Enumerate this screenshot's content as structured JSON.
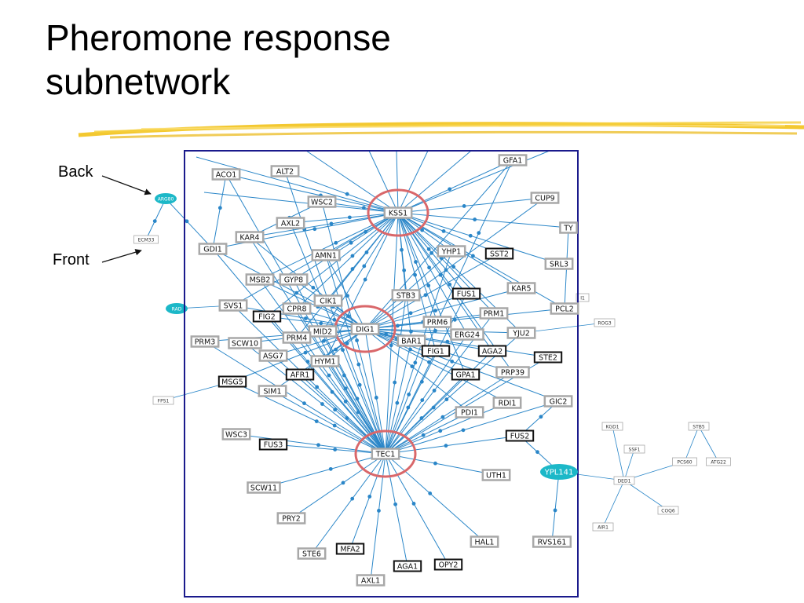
{
  "slide": {
    "title_line1": "Pheromone response",
    "title_line2": "subnetwork",
    "callout_back": "Back",
    "callout_front": "Front"
  },
  "colors": {
    "edge": "#2a86c8",
    "frame": "#1a1a8c",
    "hub_ring": "#d9676a",
    "node_fill": "#ffffff",
    "gray_border": "#a8a8a8",
    "black_border": "#111111",
    "ellipse_fill": "#1cb8c8",
    "gold_stroke": "#f2c21a"
  },
  "network": {
    "hubs": [
      "KSS1",
      "DIG1",
      "TEC1"
    ],
    "nodes": [
      {
        "id": "ACO1",
        "style": "gray"
      },
      {
        "id": "ALT2",
        "style": "gray"
      },
      {
        "id": "GFA1",
        "style": "gray"
      },
      {
        "id": "WSC2",
        "style": "gray"
      },
      {
        "id": "KSS1",
        "style": "gray"
      },
      {
        "id": "CUP9",
        "style": "gray"
      },
      {
        "id": "AXL2",
        "style": "gray"
      },
      {
        "id": "TY",
        "style": "gray"
      },
      {
        "id": "KAR4",
        "style": "gray"
      },
      {
        "id": "GDI1",
        "style": "gray"
      },
      {
        "id": "YHP1",
        "style": "gray"
      },
      {
        "id": "SST2",
        "style": "black"
      },
      {
        "id": "SRL3",
        "style": "gray"
      },
      {
        "id": "AMN1",
        "style": "gray"
      },
      {
        "id": "MSB2",
        "style": "gray"
      },
      {
        "id": "GYP8",
        "style": "gray"
      },
      {
        "id": "FUS1",
        "style": "black"
      },
      {
        "id": "KAR5",
        "style": "gray"
      },
      {
        "id": "STB3",
        "style": "gray"
      },
      {
        "id": "CIK1",
        "style": "gray"
      },
      {
        "id": "SVS1",
        "style": "gray"
      },
      {
        "id": "CPR8",
        "style": "gray"
      },
      {
        "id": "PCL2",
        "style": "gray"
      },
      {
        "id": "FIG2",
        "style": "black"
      },
      {
        "id": "PRM1",
        "style": "gray"
      },
      {
        "id": "PRM6",
        "style": "gray"
      },
      {
        "id": "DIG1",
        "style": "gray"
      },
      {
        "id": "MID2",
        "style": "gray"
      },
      {
        "id": "YJU2",
        "style": "gray"
      },
      {
        "id": "ERG24",
        "style": "gray"
      },
      {
        "id": "PRM3",
        "style": "gray"
      },
      {
        "id": "SCW10",
        "style": "gray"
      },
      {
        "id": "PRM4",
        "style": "gray"
      },
      {
        "id": "BAR1",
        "style": "gray"
      },
      {
        "id": "FIG1",
        "style": "black"
      },
      {
        "id": "AGA2",
        "style": "black"
      },
      {
        "id": "STE2",
        "style": "black"
      },
      {
        "id": "ASG7",
        "style": "gray"
      },
      {
        "id": "HYM1",
        "style": "gray"
      },
      {
        "id": "PRP39",
        "style": "gray"
      },
      {
        "id": "AFR1",
        "style": "black"
      },
      {
        "id": "GPA1",
        "style": "black"
      },
      {
        "id": "MSG5",
        "style": "black"
      },
      {
        "id": "SIM1",
        "style": "gray"
      },
      {
        "id": "RDI1",
        "style": "gray"
      },
      {
        "id": "GIC2",
        "style": "gray"
      },
      {
        "id": "PDI1",
        "style": "gray"
      },
      {
        "id": "WSC3",
        "style": "gray"
      },
      {
        "id": "FUS2",
        "style": "black"
      },
      {
        "id": "FUS3",
        "style": "black"
      },
      {
        "id": "TEC1",
        "style": "gray"
      },
      {
        "id": "UTH1",
        "style": "gray"
      },
      {
        "id": "SCW11",
        "style": "gray"
      },
      {
        "id": "PRY2",
        "style": "gray"
      },
      {
        "id": "HAL1",
        "style": "gray"
      },
      {
        "id": "RVS161",
        "style": "gray"
      },
      {
        "id": "STE6",
        "style": "gray"
      },
      {
        "id": "MFA2",
        "style": "black"
      },
      {
        "id": "AGA1",
        "style": "black"
      },
      {
        "id": "OPY2",
        "style": "black"
      },
      {
        "id": "AXL1",
        "style": "gray"
      },
      {
        "id": "YPL141",
        "style": "ellipse"
      }
    ],
    "back_nodes": [
      {
        "id": "ARG80",
        "style": "ellipse"
      },
      {
        "id": "ECM33",
        "style": "box"
      },
      {
        "id": "RAD",
        "style": "ellipse"
      },
      {
        "id": "FPS1",
        "style": "box"
      },
      {
        "id": "ROG3",
        "style": "box"
      },
      {
        "id": "KGD1",
        "style": "box"
      },
      {
        "id": "STB5",
        "style": "box"
      },
      {
        "id": "SSF1",
        "style": "box"
      },
      {
        "id": "PCS60",
        "style": "box"
      },
      {
        "id": "ATG22",
        "style": "box"
      },
      {
        "id": "DED1",
        "style": "box"
      },
      {
        "id": "COQ6",
        "style": "box"
      },
      {
        "id": "AIR1",
        "style": "box"
      },
      {
        "id": "I1",
        "style": "box"
      }
    ]
  }
}
